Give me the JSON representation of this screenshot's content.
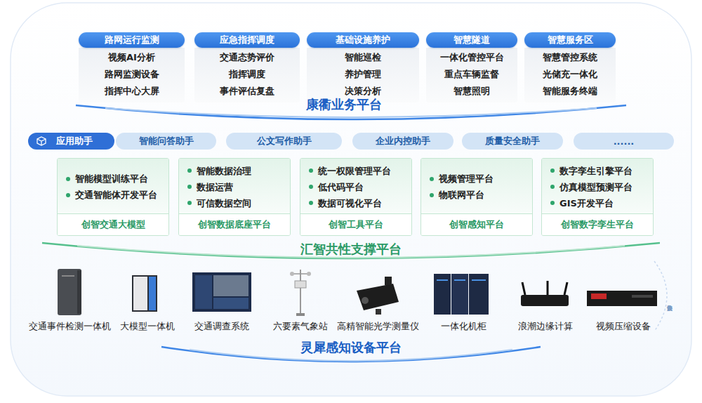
{
  "diagram": {
    "nodes": [
      {
        "text": [
          "视频AI分析",
          "路网监测设备",
          "指挥中心大屏"
        ]
      },
      {
        "text": [
          "路网运行监测"
        ],
        "in": 0
      },
      {
        "text": [
          "交通态势评价",
          "指挥调度",
          "事件评估复盘"
        ]
      },
      {
        "text": [
          "应急指挥调度"
        ],
        "in": 2
      },
      {
        "text": [
          "智能巡检",
          "养护管理",
          "决策分析"
        ]
      },
      {
        "text": [
          "基础设施养护"
        ],
        "in": 4
      },
      {
        "text": [
          "一体化管控平台",
          "重点车辆监督",
          "智慧照明"
        ]
      },
      {
        "text": [
          "智慧隧道"
        ],
        "in": 6
      },
      {
        "text": [
          "智慧管控系统",
          "光储充一体化",
          "智能服务终端"
        ]
      },
      {
        "text": [
          "智慧服务区"
        ],
        "in": 8
      },
      {
        "text": [
          "应用助手"
        ]
      },
      {
        "text": [
          "智能问答助手"
        ]
      },
      {
        "text": [
          "公文写作助手"
        ]
      },
      {
        "text": [
          "企业内控助手"
        ]
      },
      {
        "text": [
          "质量安全助手"
        ]
      },
      {
        "text": [
          "......"
        ]
      },
      {
        "text": [
          "智能模型训练平台",
          "交通智能体开发平台",
          "创智交通大模型"
        ]
      },
      {
        "text": [
          "智能数据治理",
          "数据运营",
          "可信数据空间",
          "创智数据底座平台"
        ]
      },
      {
        "text": [
          "统一权限管理平台",
          "低代码平台",
          "数据可视化平台",
          "创智工具平台"
        ]
      },
      {
        "text": [
          "视频管理平台",
          "物联网平台",
          "创智感知平台"
        ]
      },
      {
        "text": [
          "数字孪生引擎平台",
          "仿真模型预测平台",
          "GIS开发平台",
          "创智数字孪生平台"
        ]
      }
    ],
    "labels": [
      "康衢业务平台",
      "汇智共性支撑平台",
      "交通事件检测一体机",
      "大模型一体机",
      "交通调查系统",
      "六要素气象站",
      "高精智能光学测量仪",
      "一体化机柜",
      "浪潮边缘计算",
      "视频压缩设备",
      "设备接入协议库",
      "灵犀感知设备平台"
    ]
  }
}
